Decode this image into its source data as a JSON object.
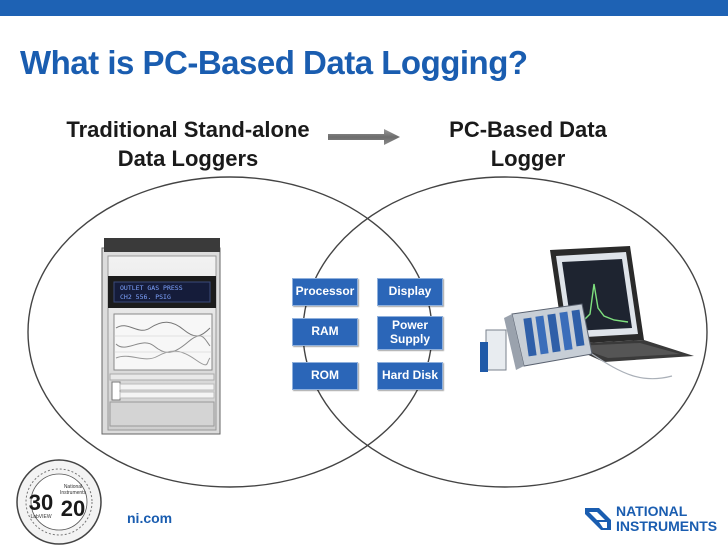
{
  "slide": {
    "title": "What is PC-Based Data Logging?",
    "left_label_line1": "Traditional Stand-alone",
    "left_label_line2": "Data Loggers",
    "right_label_line1": "PC-Based Data",
    "right_label_line2": "Logger"
  },
  "components": {
    "processor": "Processor",
    "display": "Display",
    "ram": "RAM",
    "power_supply_line1": "Power",
    "power_supply_line2": "Supply",
    "rom": "ROM",
    "hard_disk": "Hard Disk"
  },
  "recorder_display": {
    "line1": "OUTLET GAS PRESS",
    "line2": "CH2   556. PSIG"
  },
  "footer": {
    "badge_years": "30",
    "badge_years2": "20",
    "badge_brand_line1": "National",
    "badge_brand_line2": "Instruments",
    "badge_labview": "LabVIEW",
    "website": "ni.com",
    "logo_line1": "NATIONAL",
    "logo_line2": "INSTRUMENTS"
  },
  "colors": {
    "accent_blue": "#1a5db0",
    "chip_blue": "#2b66b8",
    "top_bar": "#1e62b4"
  }
}
